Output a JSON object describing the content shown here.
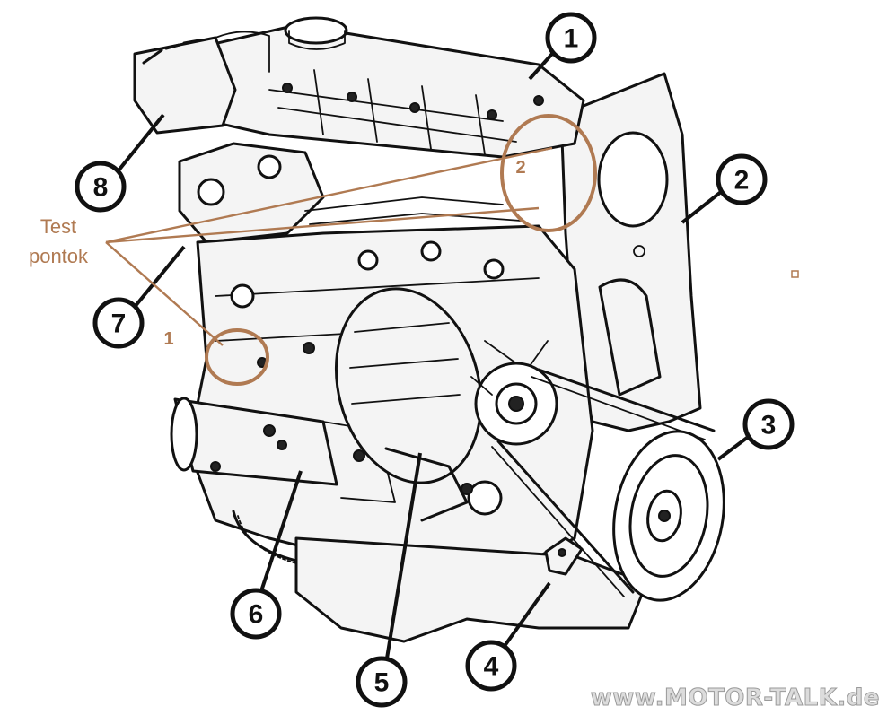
{
  "diagram": {
    "callouts": [
      {
        "id": "1",
        "label": "1"
      },
      {
        "id": "2",
        "label": "2"
      },
      {
        "id": "3",
        "label": "3"
      },
      {
        "id": "4",
        "label": "4"
      },
      {
        "id": "5",
        "label": "5"
      },
      {
        "id": "6",
        "label": "6"
      },
      {
        "id": "7",
        "label": "7"
      },
      {
        "id": "8",
        "label": "8"
      }
    ],
    "annotation": {
      "title_line1": "Test",
      "title_line2": "pontok",
      "point1_label": "1",
      "point2_label": "2",
      "color": "#b07a52"
    },
    "watermark": "www.MOTOR-TALK.de"
  }
}
